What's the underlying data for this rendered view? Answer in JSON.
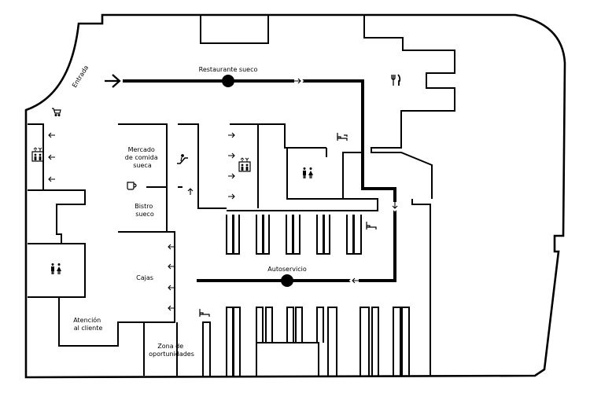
{
  "labels": {
    "entrance": "Entrada",
    "restaurant": "Restaurante sueco",
    "food_market": [
      "Mercado",
      "de comida",
      "sueca"
    ],
    "bistro": [
      "Bistro",
      "sueco"
    ],
    "checkout": "Cajas",
    "customer_service": [
      "Atención",
      "al cliente"
    ],
    "self_serve": "Autoservicio",
    "bargain_corner": [
      "Zona de",
      "oportunidades"
    ]
  },
  "icons": [
    "cart-icon",
    "elevator-icon",
    "escalator-icon",
    "coffee-icon",
    "restroom-icon",
    "restaurant-icon",
    "bed-icon"
  ]
}
